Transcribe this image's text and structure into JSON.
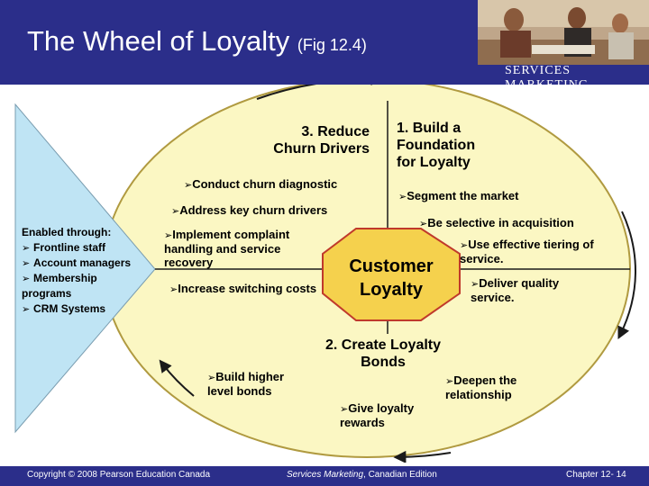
{
  "slide": {
    "title": "The Wheel of Loyalty",
    "fig_ref": "(Fig 12.4)",
    "brand": "SERVICES MARKETING"
  },
  "colors": {
    "header": "#2b2e8a",
    "wheel_fill": "#fbf7c3",
    "wheel_outline": "#b09a40",
    "hub_fill": "#f5d14d",
    "hub_outline": "#c0392b",
    "enabler": "#bfe4f4",
    "arrow": "#1a1a1a"
  },
  "hub": {
    "line1": "Customer",
    "line2": "Loyalty"
  },
  "step1": {
    "title_lines": [
      "1. Build a",
      "Foundation",
      "for Loyalty"
    ],
    "bullets": [
      "Segment the market",
      "Be selective in acquisition",
      "Use effective tiering of service.",
      "Deliver quality service."
    ]
  },
  "step2": {
    "title_lines": [
      "2. Create Loyalty",
      "Bonds"
    ],
    "bullets": [
      "Deepen the relationship",
      "Give loyalty rewards",
      "Build higher level bonds"
    ]
  },
  "step3": {
    "title_lines": [
      "3. Reduce",
      "Churn Drivers"
    ],
    "bullets": [
      "Conduct churn diagnostic",
      "Address key churn drivers",
      "Implement complaint handling and service recovery",
      "Increase switching costs"
    ]
  },
  "enablers": {
    "heading": "Enabled through:",
    "items": [
      "Frontline staff",
      "Account managers",
      "Membership programs",
      "CRM Systems"
    ]
  },
  "footer": {
    "copyright": "Copyright © 2008 Pearson Education Canada",
    "edition_italic": "Services Marketing",
    "edition_rest": ", Canadian Edition",
    "chapter": "Chapter 12- 14"
  }
}
